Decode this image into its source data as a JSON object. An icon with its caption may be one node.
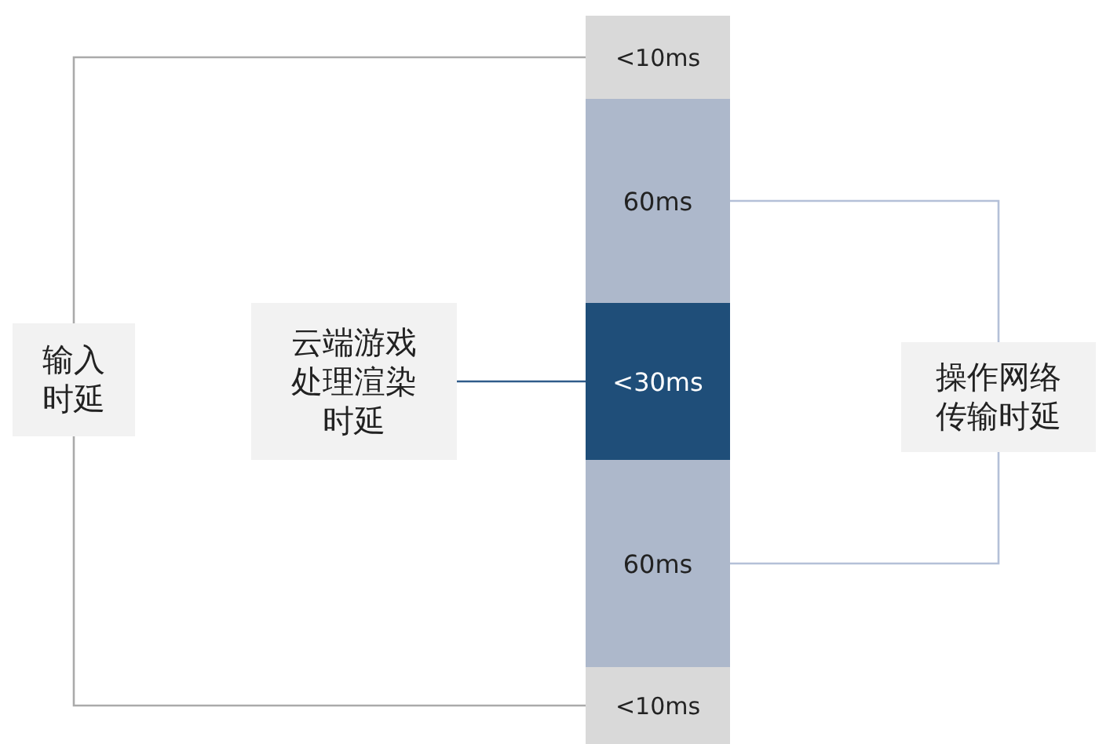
{
  "diagram": {
    "nodes": [
      {
        "text": [
          "<10ms"
        ]
      },
      {
        "text": [
          "60ms"
        ]
      },
      {
        "text": [
          "<30ms"
        ]
      },
      {
        "text": [
          "60ms"
        ]
      },
      {
        "text": [
          "<10ms"
        ]
      },
      {
        "text": [
          "输入时延"
        ]
      },
      {
        "text": [
          "云端游戏处理渲染时延"
        ]
      },
      {
        "text": [
          "操作网络传输时延"
        ]
      }
    ],
    "edges": [
      {
        "from": 5,
        "to": 0,
        "arrow": "none",
        "color": "#aaaaaa"
      },
      {
        "from": 5,
        "to": 4,
        "arrow": "none",
        "color": "#aaaaaa"
      },
      {
        "from": 6,
        "to": 2,
        "arrow": "none",
        "color": "#2f5b8a"
      },
      {
        "from": 7,
        "to": 1,
        "arrow": "none",
        "color": "#b4c0d8"
      },
      {
        "from": 7,
        "to": 3,
        "arrow": "none",
        "color": "#b4c0d8"
      }
    ]
  }
}
